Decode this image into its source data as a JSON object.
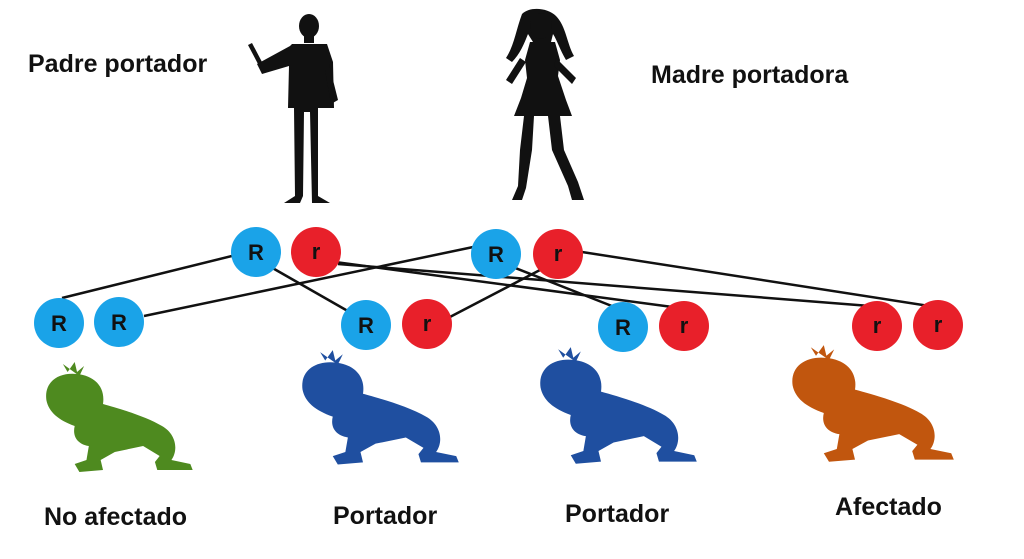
{
  "parents": {
    "father": {
      "label": "Padre portador",
      "alleles": [
        "R",
        "r"
      ]
    },
    "mother": {
      "label": "Madre portadora",
      "alleles": [
        "R",
        "r"
      ]
    }
  },
  "children": [
    {
      "label": "No afectado",
      "alleles": [
        "R",
        "R"
      ],
      "color": "#4e8a1f"
    },
    {
      "label": "Portador",
      "alleles": [
        "R",
        "r"
      ],
      "color": "#1f4fa0"
    },
    {
      "label": "Portador",
      "alleles": [
        "R",
        "r"
      ],
      "color": "#1f4fa0"
    },
    {
      "label": "Afectado",
      "alleles": [
        "r",
        "r"
      ],
      "color": "#c1560e"
    }
  ],
  "colors": {
    "dominant_allele": "#1aa3e8",
    "recessive_allele": "#e8202a",
    "silhouette": "#111111",
    "line": "#111111"
  },
  "icons": {
    "father": "man-silhouette-icon",
    "mother": "woman-silhouette-icon",
    "child": "crawling-baby-icon"
  }
}
